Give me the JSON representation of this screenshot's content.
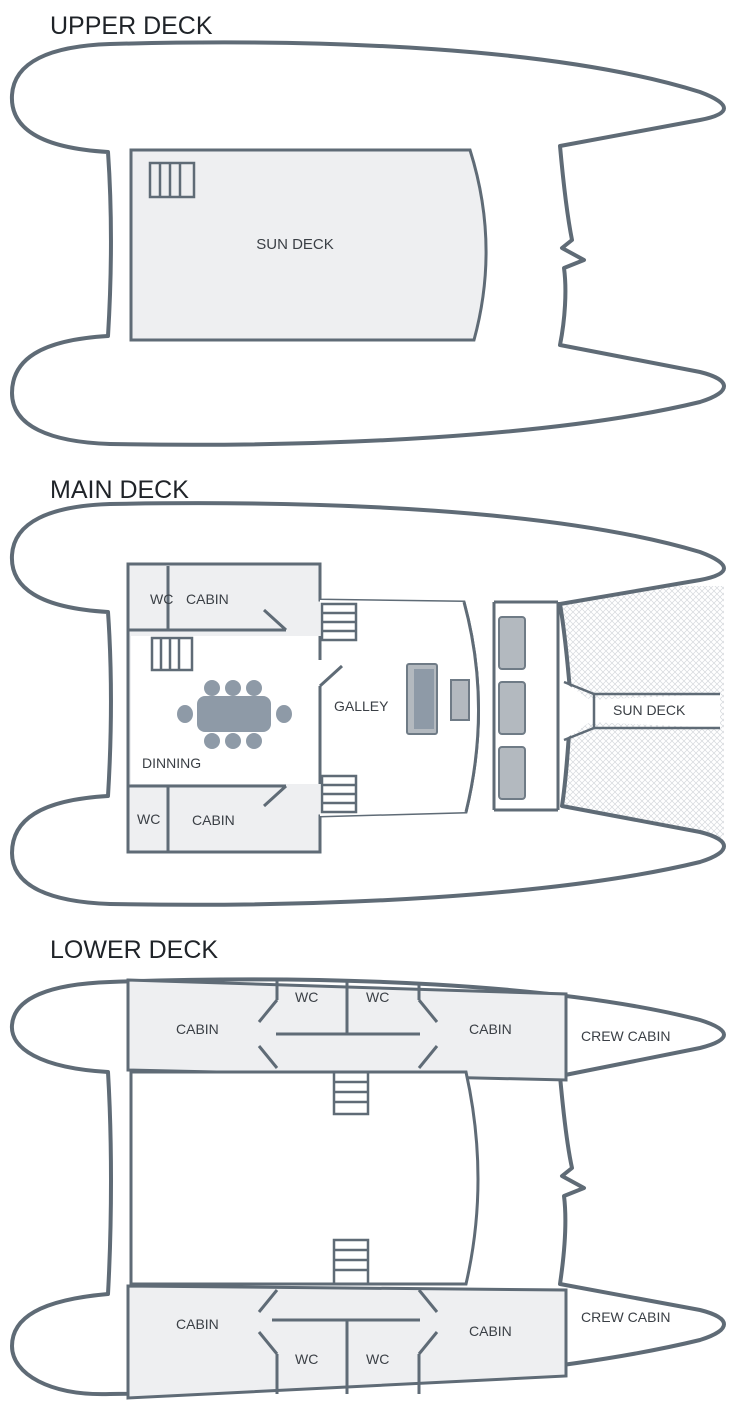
{
  "decks": [
    {
      "title": "UPPER DECK",
      "labels": {
        "sun_deck": "SUN DECK"
      }
    },
    {
      "title": "MAIN DECK",
      "labels": {
        "wc_top": "WC",
        "cabin_top": "CABIN",
        "galley": "GALLEY",
        "dinning": "DINNING",
        "wc_bottom": "WC",
        "cabin_bottom": "CABIN",
        "sun_deck": "SUN DECK"
      }
    },
    {
      "title": "LOWER DECK",
      "labels": {
        "cabin_tl": "CABIN",
        "wc_t1": "WC",
        "wc_t2": "WC",
        "cabin_tr": "CABIN",
        "crew_top": "CREW CABIN",
        "cabin_bl": "CABIN",
        "wc_b1": "WC",
        "wc_b2": "WC",
        "cabin_br": "CABIN",
        "crew_bottom": "CREW CABIN"
      }
    }
  ],
  "colors": {
    "line": "#5f6b76",
    "room_fill": "#eeeff1",
    "furniture": "#8e9aa7"
  }
}
